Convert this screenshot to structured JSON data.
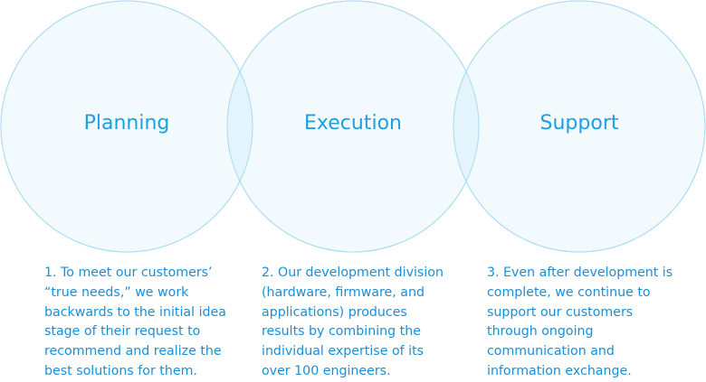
{
  "diagram": {
    "stages": [
      {
        "title": "Planning",
        "description": "1. To meet our customers’\n“true needs,” we work\nbackwards to the initial idea\nstage of their request to\nrecommend and realize the\nbest solutions for them."
      },
      {
        "title": "Execution",
        "description": "2. Our development division\n(hardware, firmware, and\napplications) produces\nresults by combining the\nindividual expertise of its\nover 100 engineers."
      },
      {
        "title": "Support",
        "description": "3. Even after development is\ncomplete, we continue to\nsupport our customers\nthrough ongoing\ncommunication and\ninformation exchange."
      }
    ],
    "colors": {
      "text": "#1a8fd6",
      "heading": "#1e9fe0",
      "stroke": "#a9dcf3",
      "fill": "#e8f5fd"
    }
  }
}
